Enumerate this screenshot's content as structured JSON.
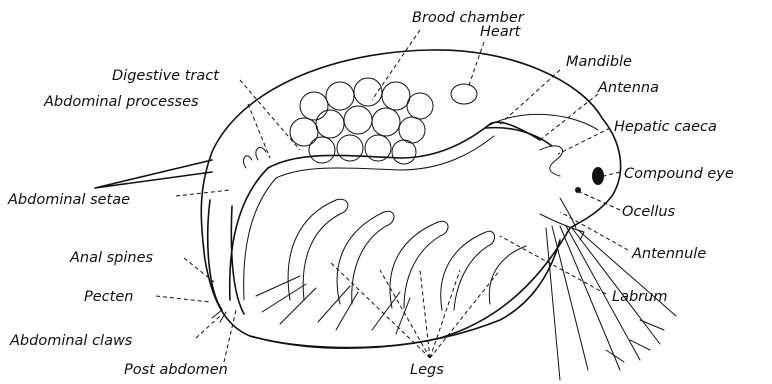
{
  "labels": {
    "brood_chamber": "Brood chamber",
    "heart": "Heart",
    "mandible": "Mandible",
    "antenna": "Antenna",
    "digestive_tract": "Digestive tract",
    "abdominal_processes": "Abdominal processes",
    "hepatic_caeca": "Hepatic caeca",
    "compound_eye": "Compound eye",
    "abdominal_setae": "Abdominal setae",
    "ocellus": "Ocellus",
    "anal_spines": "Anal spines",
    "antennule": "Antennule",
    "pecten": "Pecten",
    "labrum": "Labrum",
    "abdominal_claws": "Abdominal claws",
    "post_abdomen": "Post abdomen",
    "legs": "Legs"
  }
}
